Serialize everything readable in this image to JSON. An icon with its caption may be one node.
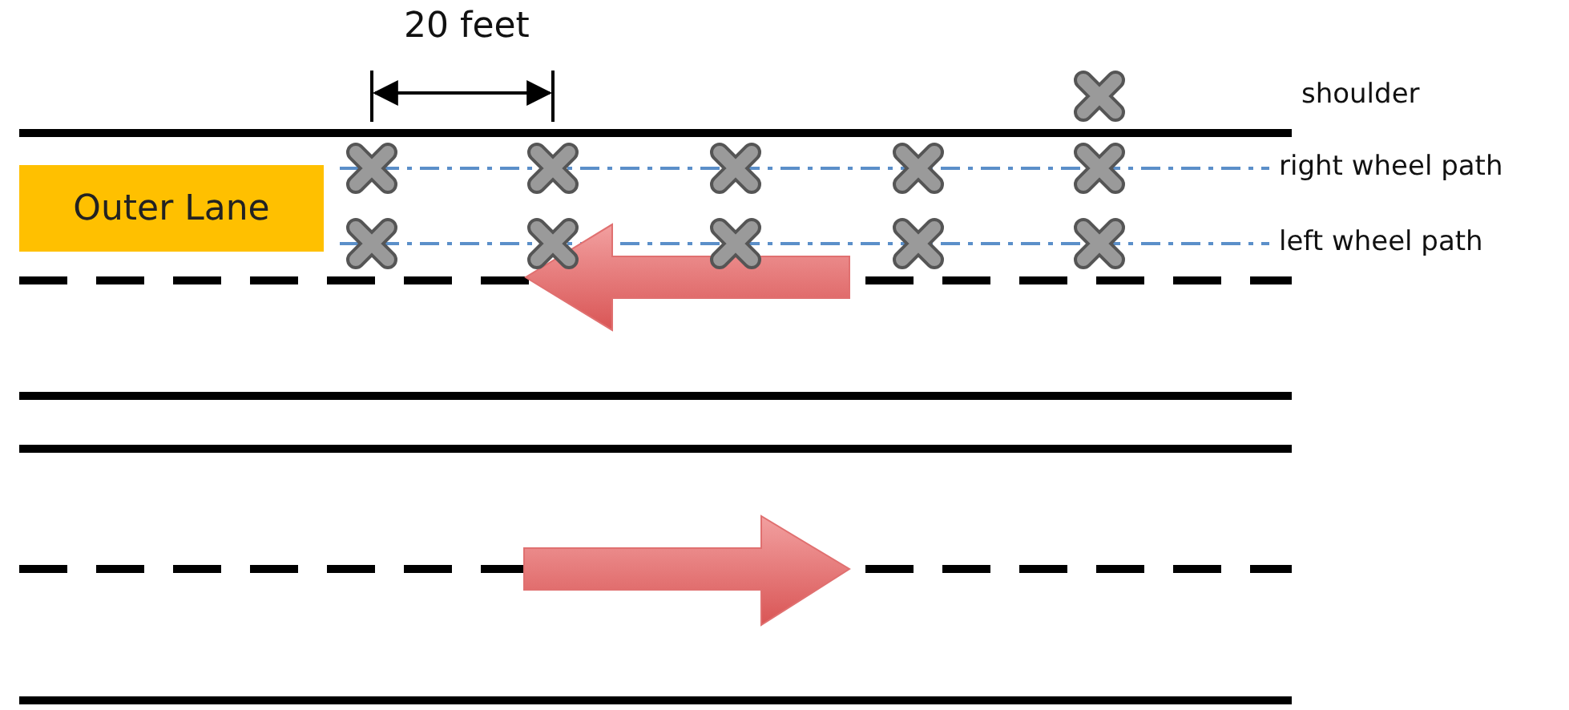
{
  "diagram": {
    "nodes": [
      {
        "text": [
          "Outer Lane"
        ]
      }
    ],
    "edges": [],
    "labels": [
      "20 feet",
      "shoulder",
      "right wheel path",
      "left wheel path"
    ]
  }
}
